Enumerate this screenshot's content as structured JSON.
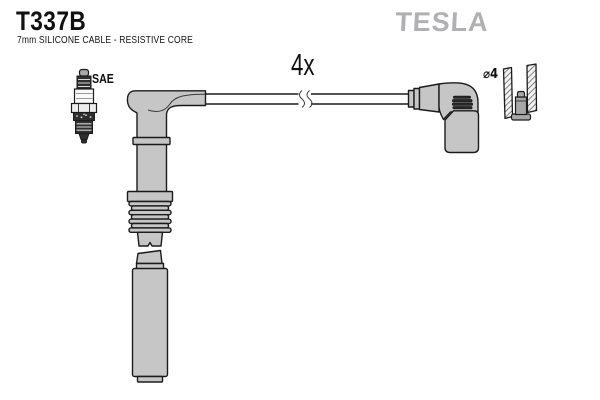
{
  "header": {
    "part_number": "T337B",
    "subtitle": "7mm SILICONE CABLE - RESISTIVE CORE",
    "brand": "TESLA"
  },
  "annotations": {
    "quantity": "4x",
    "spark_plug_standard": "SAE",
    "terminal_diameter": "⌀4"
  },
  "icons": {
    "spark_plug": "spark-plug-icon",
    "coil_end_boot": "coil-end-boot-icon",
    "cable_break": "cable-break-icon",
    "plug_end_boot": "plug-end-boot-icon",
    "terminal_cross_section": "terminal-cross-section-icon"
  },
  "colors": {
    "background": "#ffffff",
    "text": "#111111",
    "brand_gray": "#b1b1b4",
    "part_fill": "#c6c6c6",
    "outline": "#1b1b1b",
    "dark_detail": "#2e2e2e"
  }
}
